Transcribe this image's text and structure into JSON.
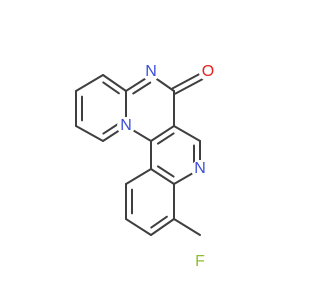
{
  "molecule": {
    "atoms": {
      "N1": {
        "label": "N",
        "color": "#3b4fdc"
      },
      "O1": {
        "label": "O",
        "color": "#e3231f"
      },
      "N2": {
        "label": "N",
        "color": "#3b4fdc"
      },
      "N3": {
        "label": "N",
        "color": "#3b4fdc"
      },
      "F1": {
        "label": "F",
        "color": "#8fbf2a"
      }
    },
    "bond_color": "#3f3f3f",
    "background": "#ffffff"
  }
}
